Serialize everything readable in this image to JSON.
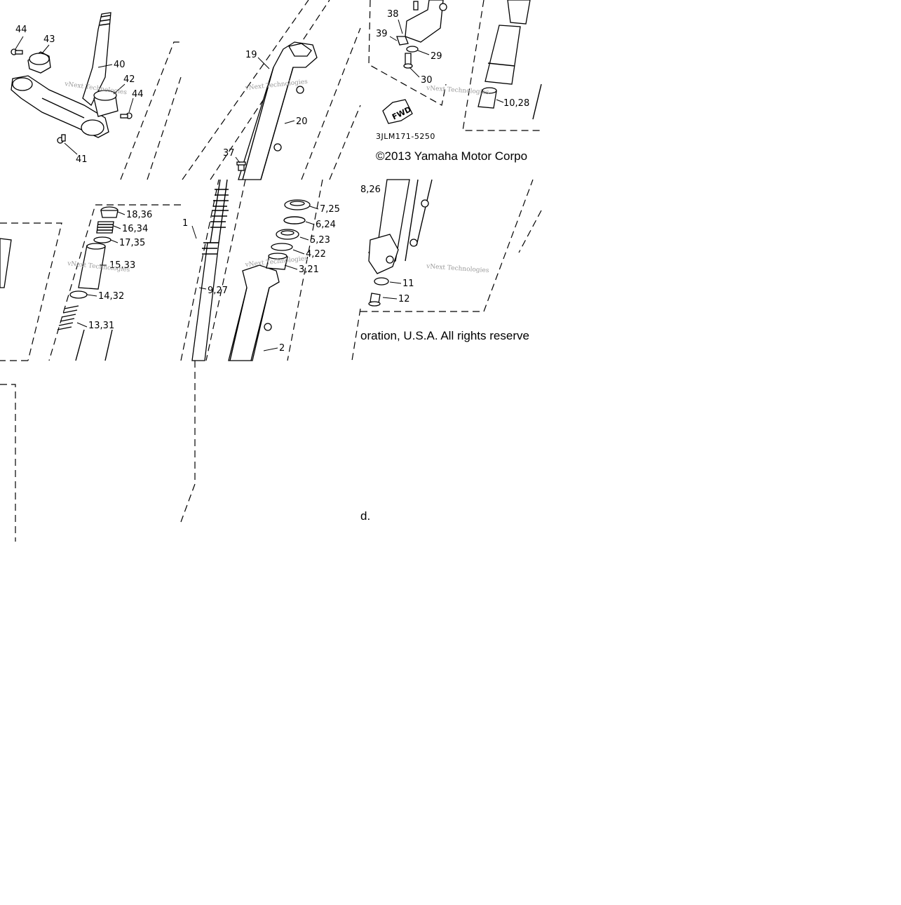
{
  "diagram": {
    "part_code": "3JLM171-5250",
    "fwd_label": "FWD",
    "watermark": "vNext Technologies",
    "copyright_line1": "©2013 Yamaha Motor Corpo",
    "copyright_line2": "oration, U.S.A. All rights reserve",
    "copyright_tail": "d.",
    "callouts": {
      "c44a": "44",
      "c43": "43",
      "c40": "40",
      "c42": "42",
      "c44b": "44",
      "c41": "41",
      "c19": "19",
      "c20": "20",
      "c37": "37",
      "c38": "38",
      "c39": "39",
      "c29": "29",
      "c30": "30",
      "c10_28": "10,28",
      "c18_36": "18,36",
      "c16_34": "16,34",
      "c17_35": "17,35",
      "c15_33": "15,33",
      "c14_32": "14,32",
      "c13_31": "13,31",
      "c1": "1",
      "c9_27": "9,27",
      "c2": "2",
      "c7_25": "7,25",
      "c6_24": "6,24",
      "c5_23": "5,23",
      "c4_22": "4,22",
      "c3_21": "3,21",
      "c8_26": "8,26",
      "c11": "11",
      "c12": "12"
    }
  }
}
